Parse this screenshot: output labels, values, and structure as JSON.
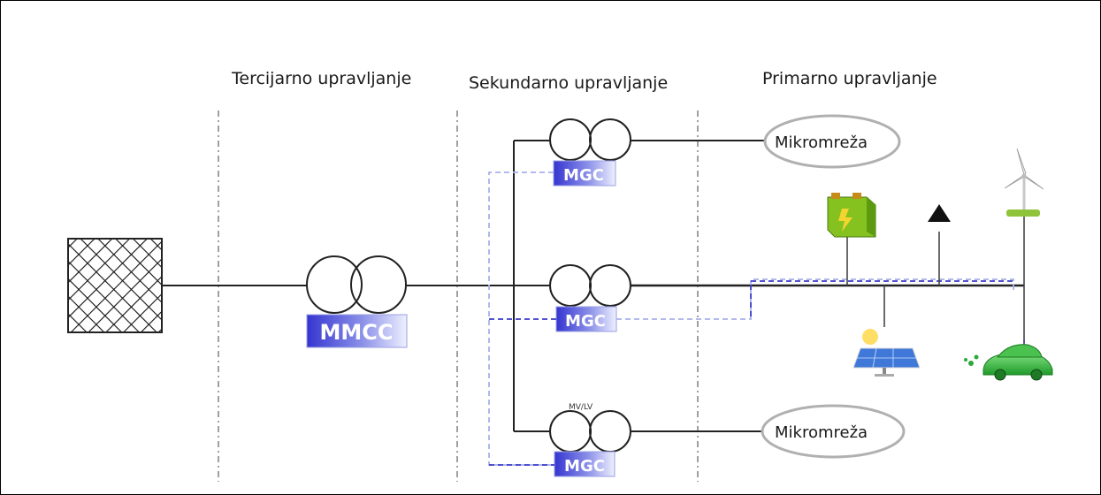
{
  "sections": {
    "tertiary": "Tercijarno upravljanje",
    "secondary": "Sekundarno upravljanje",
    "primary": "Primarno upravljanje"
  },
  "controllers": {
    "mmcc": "MMCC",
    "mgc_top": "MGC",
    "mgc_middle": "MGC",
    "mgc_bottom": "MGC"
  },
  "transformer_label": "MV/LV",
  "microgrids": {
    "top": "Mikromreža",
    "bottom": "Mikromreža"
  },
  "colors": {
    "controller_dark": "#4040d8",
    "controller_light": "#d8dcff",
    "comm_line": "#3a3ac8",
    "comm_line_light": "#a8b0e8",
    "ellipse_stroke": "#b0b0b0"
  },
  "icons": [
    "grid-icon",
    "battery-icon",
    "load-icon",
    "wind-turbine-icon",
    "solar-panel-icon",
    "electric-car-icon"
  ]
}
